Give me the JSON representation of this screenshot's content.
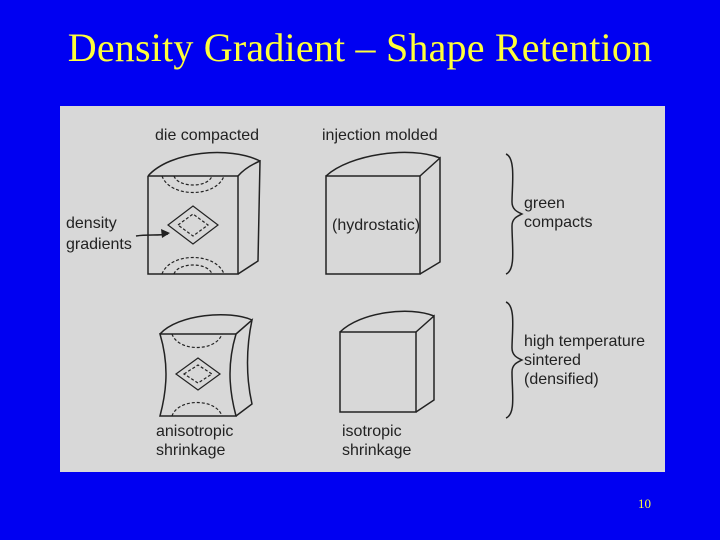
{
  "slide": {
    "title": "Density Gradient – Shape Retention",
    "page_number": "10"
  },
  "figure": {
    "columns": {
      "die": "die compacted",
      "injection": "injection molded"
    },
    "callouts": {
      "density_line1": "density",
      "density_line2": "gradients",
      "hydrostatic": "(hydrostatic)"
    },
    "groups": {
      "green_line1": "green",
      "green_line2": "compacts",
      "sintered_line1": "high temperature",
      "sintered_line2": "sintered",
      "sintered_line3": "(densified)"
    },
    "captions": {
      "aniso_line1": "anisotropic",
      "aniso_line2": "shrinkage",
      "iso_line1": "isotropic",
      "iso_line2": "shrinkage"
    }
  }
}
